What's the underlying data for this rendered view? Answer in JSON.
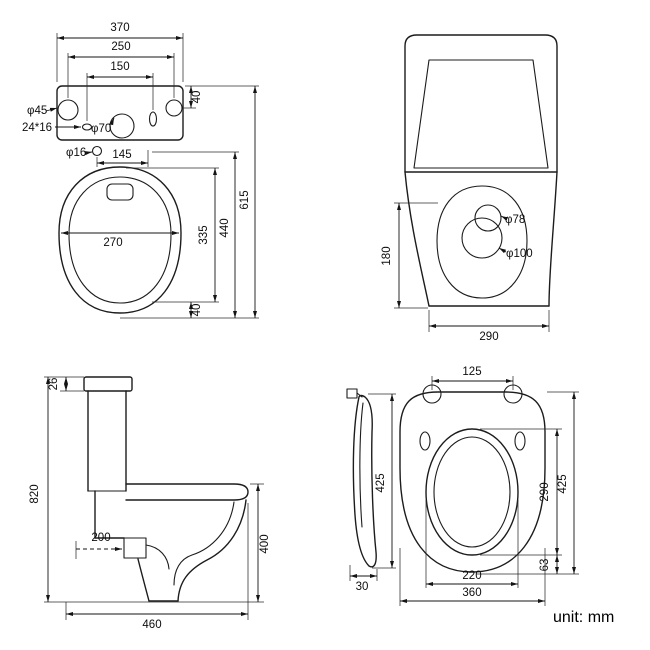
{
  "unit_label": "unit: mm",
  "top_view": {
    "d370": "370",
    "d250": "250",
    "d150": "150",
    "hole45": "φ45",
    "slot": "24*16",
    "hole70": "φ70",
    "hole16": "φ16",
    "d145": "145",
    "d270": "270",
    "d40_top": "40",
    "d335": "335",
    "d440": "440",
    "d615": "615",
    "d40_bottom": "40"
  },
  "front_view": {
    "hole78": "φ78",
    "hole100": "φ100",
    "d180": "180",
    "d290": "290"
  },
  "side_view": {
    "d26": "26",
    "d820": "820",
    "d200": "200",
    "d400": "400",
    "d460": "460"
  },
  "seat_view": {
    "d125": "125",
    "d425_side": "425",
    "d30": "30",
    "d290": "290",
    "d425_top": "425",
    "d63": "63",
    "d220": "220",
    "d360": "360"
  }
}
